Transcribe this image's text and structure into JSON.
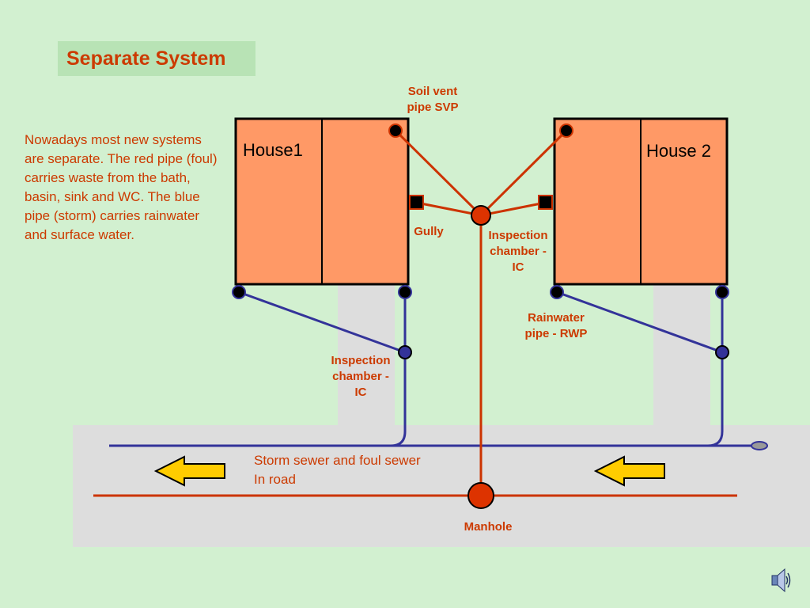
{
  "title": "Separate System",
  "description": "Nowadays most new systems are separate. The red pipe (foul) carries waste from the bath, basin, sink and WC. The blue pipe (storm) carries rainwater and surface water.",
  "houses": [
    {
      "label": "House1"
    },
    {
      "label": "House 2"
    }
  ],
  "labels": {
    "svp": "Soil vent\npipe SVP",
    "gully": "Gully",
    "ic_foul": "Inspection\nchamber -\nIC",
    "ic_storm": "Inspection\nchamber -\nIC",
    "rwp": "Rainwater\npipe - RWP",
    "road": "Storm sewer and foul sewer\nIn road",
    "manhole": "Manhole"
  },
  "colors": {
    "background": "#d2f0d0",
    "title_box": "#b8e3b5",
    "text": "#cc3a00",
    "house_fill": "#ff9966",
    "foul_pipe": "#cc3300",
    "storm_pipe": "#333399",
    "road": "#dddddd",
    "arrow_fill": "#ffcc00"
  },
  "icons": {
    "flow_arrow": "left-arrow-icon",
    "sound": "speaker-icon"
  }
}
